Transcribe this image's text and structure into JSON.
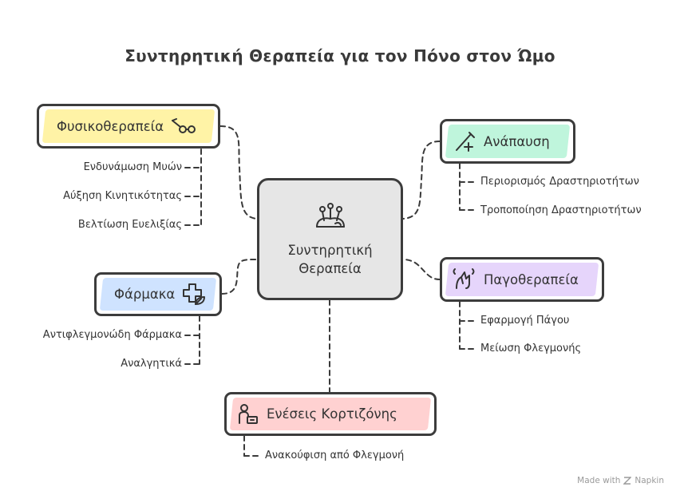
{
  "title": "Συντηρητική Θεραπεία για τον Πόνο στον Ώμο",
  "center": {
    "line1": "Συντηρητική",
    "line2": "Θεραπεία",
    "icon": "pin-cushion-icon"
  },
  "nodes": {
    "physio": {
      "label": "Φυσικοθεραπεία",
      "icon": "resistance-band-icon",
      "color": "#fff3a6",
      "items": [
        "Ενδυνάμωση Μυών",
        "Αύξηση Κινητικότητας",
        "Βελτίωση Ευελιξίας"
      ]
    },
    "meds": {
      "label": "Φάρμακα",
      "icon": "medical-cross-leaf-icon",
      "color": "#cfe3ff",
      "items": [
        "Αντιφλεγμονώδη Φάρμακα",
        "Αναλγητικά"
      ]
    },
    "rest": {
      "label": "Ανάπαυση",
      "icon": "needle-plus-icon",
      "color": "#bff5dc",
      "items": [
        "Περιορισμός Δραστηριοτήτων",
        "Τροποποίηση Δραστηριοτήτων"
      ]
    },
    "cold": {
      "label": "Παγοθεραπεία",
      "icon": "cold-hand-icon",
      "color": "#e6d5fb",
      "items": [
        "Εφαρμογή Πάγου",
        "Μείωση Φλεγμονής"
      ]
    },
    "injection": {
      "label": "Ενέσεις Κορτιζόνης",
      "icon": "patient-care-icon",
      "color": "#ffd1d1",
      "items": [
        "Ανακούφιση από Φλεγμονή"
      ]
    }
  },
  "watermark": {
    "made_with": "Made with",
    "brand": "Napkin"
  }
}
